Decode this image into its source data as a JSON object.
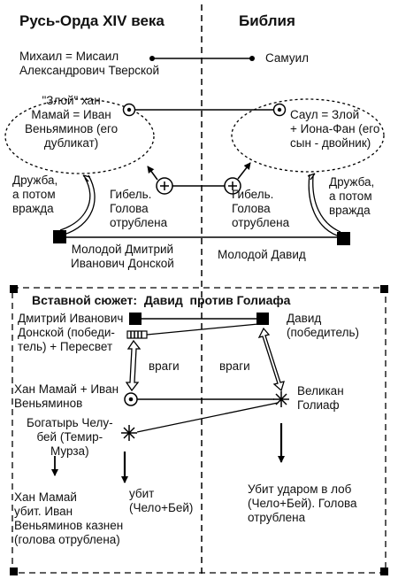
{
  "headers": {
    "left": "Русь-Орда XIV века",
    "right": "Библия"
  },
  "top": {
    "mikhail": "Михаил = Мисаил\nАлександрович Тверской",
    "samuel": "Самуил",
    "mamai": "\"Злой\" хан\nМамай = Иван\nВеньяминов (его\nдубликат)",
    "saul": "Саул = Злой\n+ Иона-Фан (его\nсын - двойник)",
    "friendship_left": "Дружба,\nа потом\nвражда",
    "friendship_right": "Дружба,\nа потом\nвражда",
    "death_left": "Гибель.\nГолова\nотрублена",
    "death_right": "Гибель.\nГолова\nотрублена",
    "dmitry": "Молодой Дмитрий\nИванович Донской",
    "david": "Молодой Давид"
  },
  "inset": {
    "title": "Вставной сюжет:  Давид  против Голиафа",
    "dmitry": "Дмитрий Иванович\nДонской (победи-\nтель) + Пересвет",
    "david": "Давид\n(победитель)",
    "enemies_left": "враги",
    "enemies_right": "враги",
    "mamai": "Хан Мамай + Иван\nВеньяминов",
    "goliath": "Великан\nГолиаф",
    "chelubey": "Богатырь Челу-\nбей (Темир-\nМурза)",
    "killed": "убит\n(Чело+Бей)",
    "mamai_killed": "Хан Мамай\nубит. Иван\nВеньяминов казнен\n(голова отрублена)",
    "goliath_killed": "Убит ударом в лоб\n(Чело+Бей). Голова\nотрублена"
  }
}
